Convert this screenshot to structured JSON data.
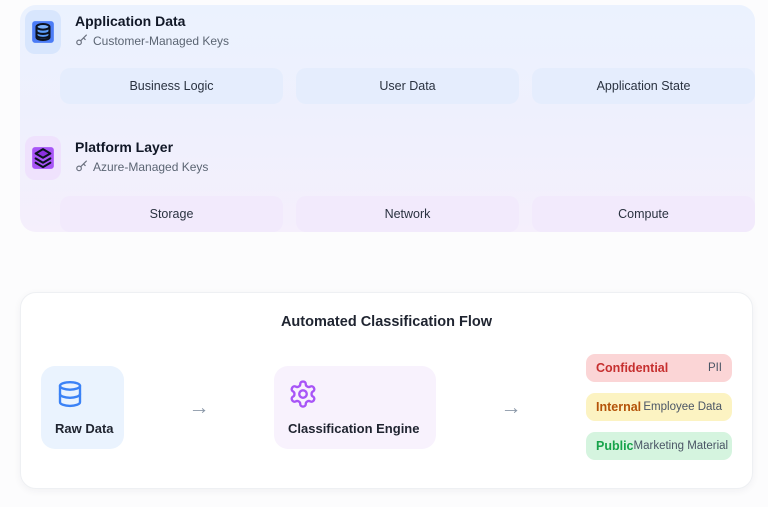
{
  "encryption_panel": {
    "layers": [
      {
        "title": "Application Data",
        "subtitle": "Customer-Managed Keys",
        "items": [
          "Business Logic",
          "User Data",
          "Application State"
        ]
      },
      {
        "title": "Platform Layer",
        "subtitle": "Azure-Managed Keys",
        "items": [
          "Storage",
          "Network",
          "Compute"
        ]
      }
    ]
  },
  "classification": {
    "title": "Automated Classification Flow",
    "arrow": "→",
    "source_label": "Raw Data",
    "engine_label": "Classification Engine",
    "labels": [
      {
        "name": "Confidential",
        "example": "PII"
      },
      {
        "name": "Internal",
        "example": "Employee Data"
      },
      {
        "name": "Public",
        "example": "Marketing Material"
      }
    ]
  },
  "colors": {
    "application_accent": "#2563eb",
    "platform_accent": "#a855f7",
    "confidential": "#c62f2f",
    "internal": "#b45309",
    "public": "#16a34a"
  }
}
